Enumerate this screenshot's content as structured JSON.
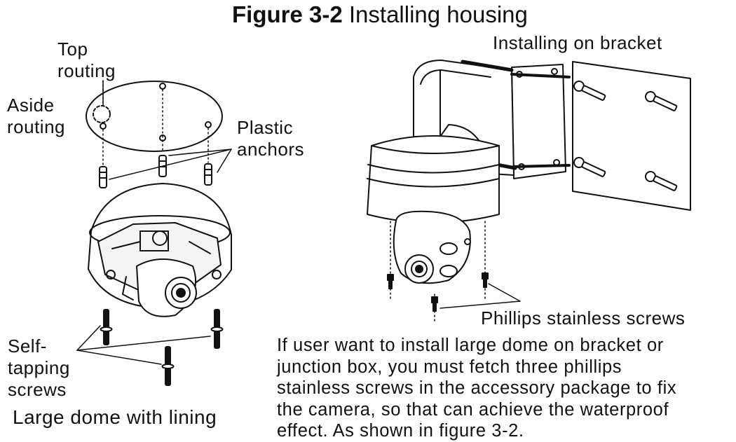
{
  "figure": {
    "number": "Figure 3-2",
    "title": "Installing housing"
  },
  "labels": {
    "top_routing": [
      "Top",
      "routing"
    ],
    "aside_routing": [
      "Aside",
      "routing"
    ],
    "plastic_anchors": [
      "Plastic",
      "anchors"
    ],
    "self_tapping_screws": [
      "Self-",
      "tapping",
      "screws"
    ],
    "large_dome": "Large dome with lining",
    "installing_on_bracket": "Installing on bracket",
    "phillips_screws": "Phillips stainless screws"
  },
  "paragraph": [
    "If user want to install large dome on bracket or",
    "junction box, you must fetch three phillips",
    "stainless screws in the accessory package to fix",
    "the camera, so that can achieve the waterproof",
    "effect. As shown in figure 3-2."
  ]
}
